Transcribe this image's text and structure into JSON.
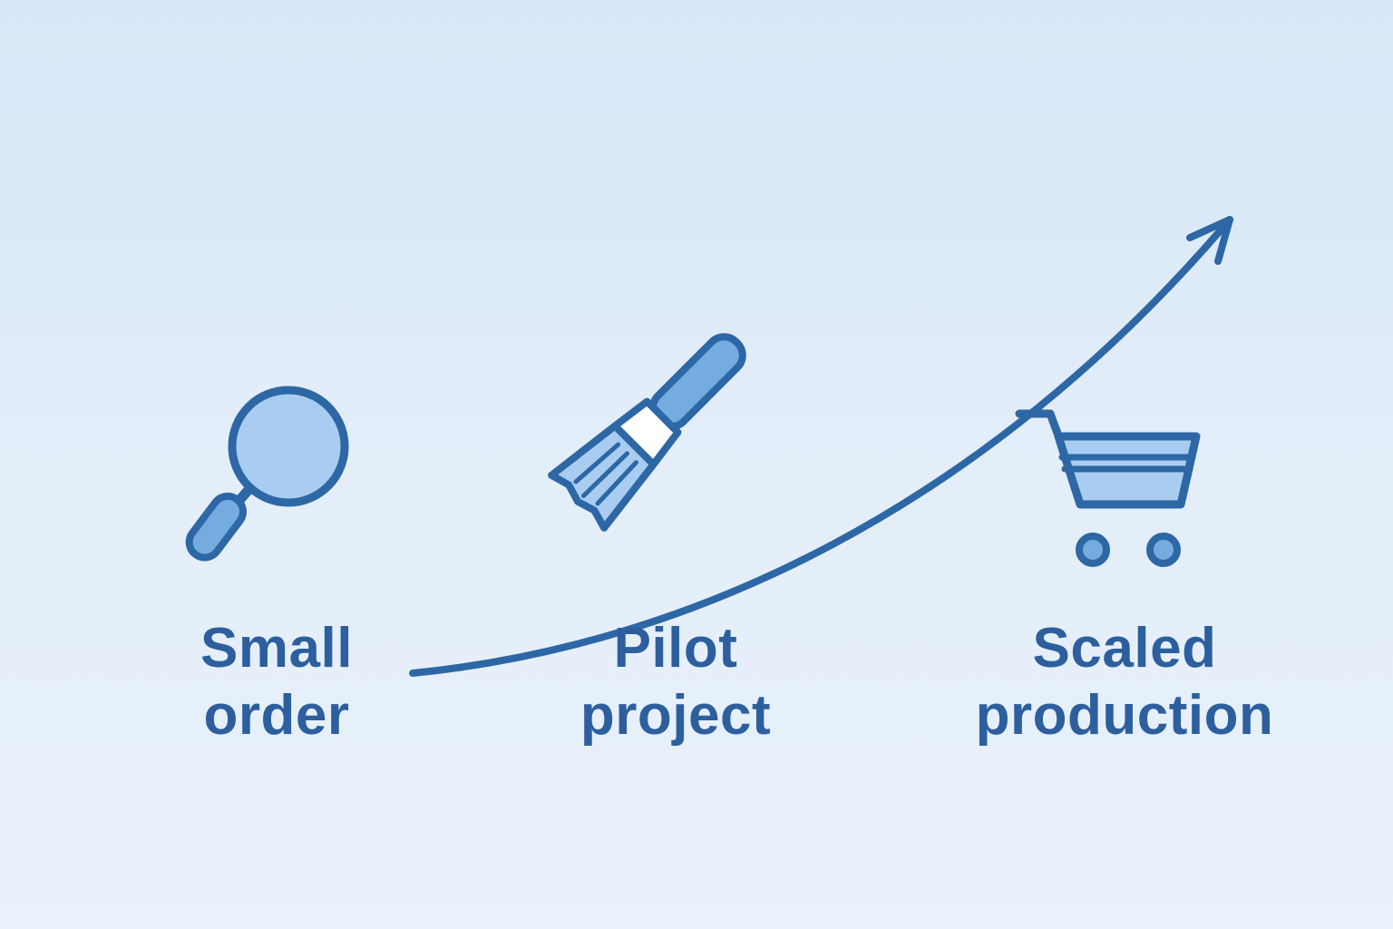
{
  "diagram": {
    "stages": [
      {
        "id": "small-order",
        "icon": "magnifier-icon",
        "label_line1": "Small",
        "label_line2": "order"
      },
      {
        "id": "pilot-project",
        "icon": "paintbrush-icon",
        "label_line1": "Pilot",
        "label_line2": "project"
      },
      {
        "id": "scaled-production",
        "icon": "shopping-cart-icon",
        "label_line1": "Scaled",
        "label_line2": "production"
      }
    ],
    "arrow": {
      "icon": "growth-curve-arrow"
    },
    "colors": {
      "background_top": "#d6e7f7",
      "background_middle": "#e3eef9",
      "background_bottom": "#e9f1fa",
      "text": "#2d5f9f",
      "stroke": "#2d67a5",
      "fill_light": "#a9cdf0",
      "fill_medium": "#74acdf",
      "fill_white": "#ffffff"
    }
  }
}
